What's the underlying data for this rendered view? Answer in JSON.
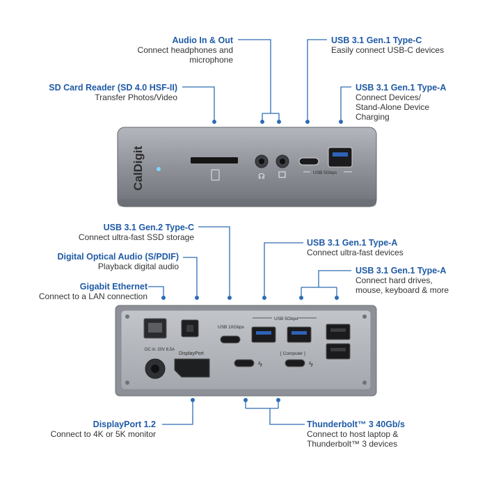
{
  "front": {
    "brand": "CalDigit",
    "usb_speed": "USB 5Gbps",
    "callouts": [
      {
        "title": "Audio In & Out",
        "desc": [
          "Connect headphones and",
          "microphone"
        ]
      },
      {
        "title": "USB 3.1 Gen.1 Type-C",
        "desc": [
          "Easily connect USB-C devices"
        ]
      },
      {
        "title": "SD Card Reader (SD 4.0 HSF-II)",
        "desc": [
          "Transfer Photos/Video"
        ]
      },
      {
        "title": "USB 3.1 Gen.1 Type-A",
        "desc": [
          "Connect Devices/",
          "Stand-Alone Device",
          "Charging"
        ]
      }
    ]
  },
  "back": {
    "usb10_label": "USB 10Gbps",
    "usb5_label": "USB 5Gbps",
    "dc_label": "DC in: 20V 8.5A",
    "dp_label": "DisplayPort",
    "computer_label": "[ Computer ]",
    "callouts": [
      {
        "title": "USB 3.1 Gen.2 Type-C",
        "desc": [
          "Connect ultra-fast SSD storage"
        ]
      },
      {
        "title": "Digital Optical Audio (S/PDIF)",
        "desc": [
          "Playback digital audio"
        ]
      },
      {
        "title": "Gigabit Ethernet",
        "desc": [
          "Connect to a LAN connection"
        ]
      },
      {
        "title": "USB 3.1 Gen.1 Type-A",
        "desc": [
          "Connect ultra-fast devices"
        ]
      },
      {
        "title": "USB 3.1 Gen.1 Type-A",
        "desc": [
          "Connect hard drives,",
          "mouse, keyboard & more"
        ]
      },
      {
        "title": "DisplayPort 1.2",
        "desc": [
          "Connect to 4K or 5K monitor"
        ]
      },
      {
        "title": "Thunderbolt™ 3 40Gb/s",
        "desc": [
          "Connect to host laptop &",
          "Thunderbolt™ 3 devices"
        ]
      }
    ]
  },
  "colors": {
    "title_blue": "#1f5aa6",
    "line_blue": "#2d6cb5",
    "dock_gray": "#8f9299"
  }
}
